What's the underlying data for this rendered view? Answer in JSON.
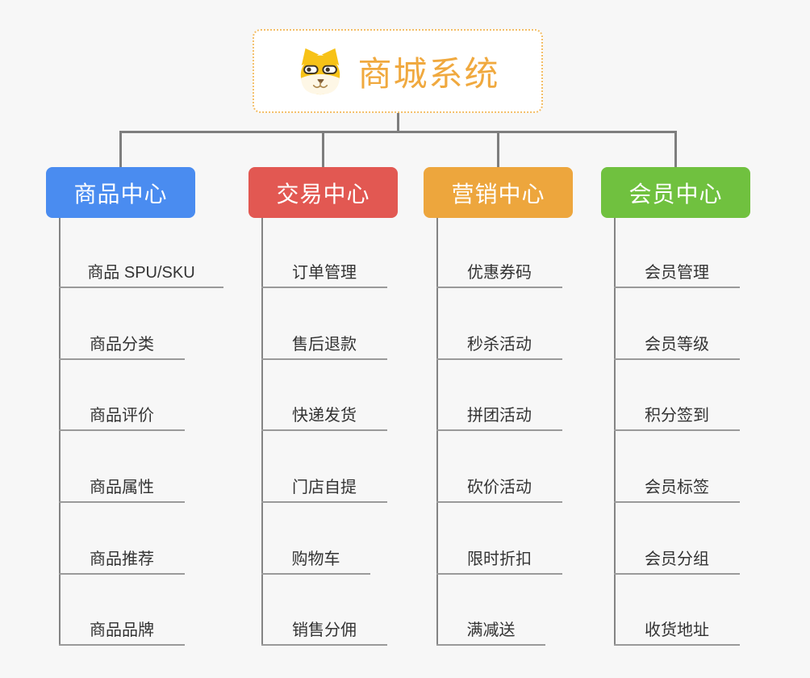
{
  "root": {
    "title": "商城系统",
    "icon": "dog-face-icon"
  },
  "branches": [
    {
      "label": "商品中心",
      "color": "#4A8CF0",
      "items": [
        "商品 SPU/SKU",
        "商品分类",
        "商品评价",
        "商品属性",
        "商品推荐",
        "商品品牌"
      ]
    },
    {
      "label": "交易中心",
      "color": "#E25852",
      "items": [
        "订单管理",
        "售后退款",
        "快递发货",
        "门店自提",
        "购物车",
        "销售分佣"
      ]
    },
    {
      "label": "营销中心",
      "color": "#EDA63D",
      "items": [
        "优惠券码",
        "秒杀活动",
        "拼团活动",
        "砍价活动",
        "限时折扣",
        "满减送"
      ]
    },
    {
      "label": "会员中心",
      "color": "#70C13F",
      "items": [
        "会员管理",
        "会员等级",
        "积分签到",
        "会员标签",
        "会员分组",
        "收货地址"
      ]
    }
  ],
  "colors": {
    "background": "#F7F7F7",
    "connector_line": "#7E7E7E",
    "item_underline": "#9A9A9A",
    "item_text": "#333333",
    "root_title": "#F0A93F",
    "root_border": "#F3BE67"
  }
}
